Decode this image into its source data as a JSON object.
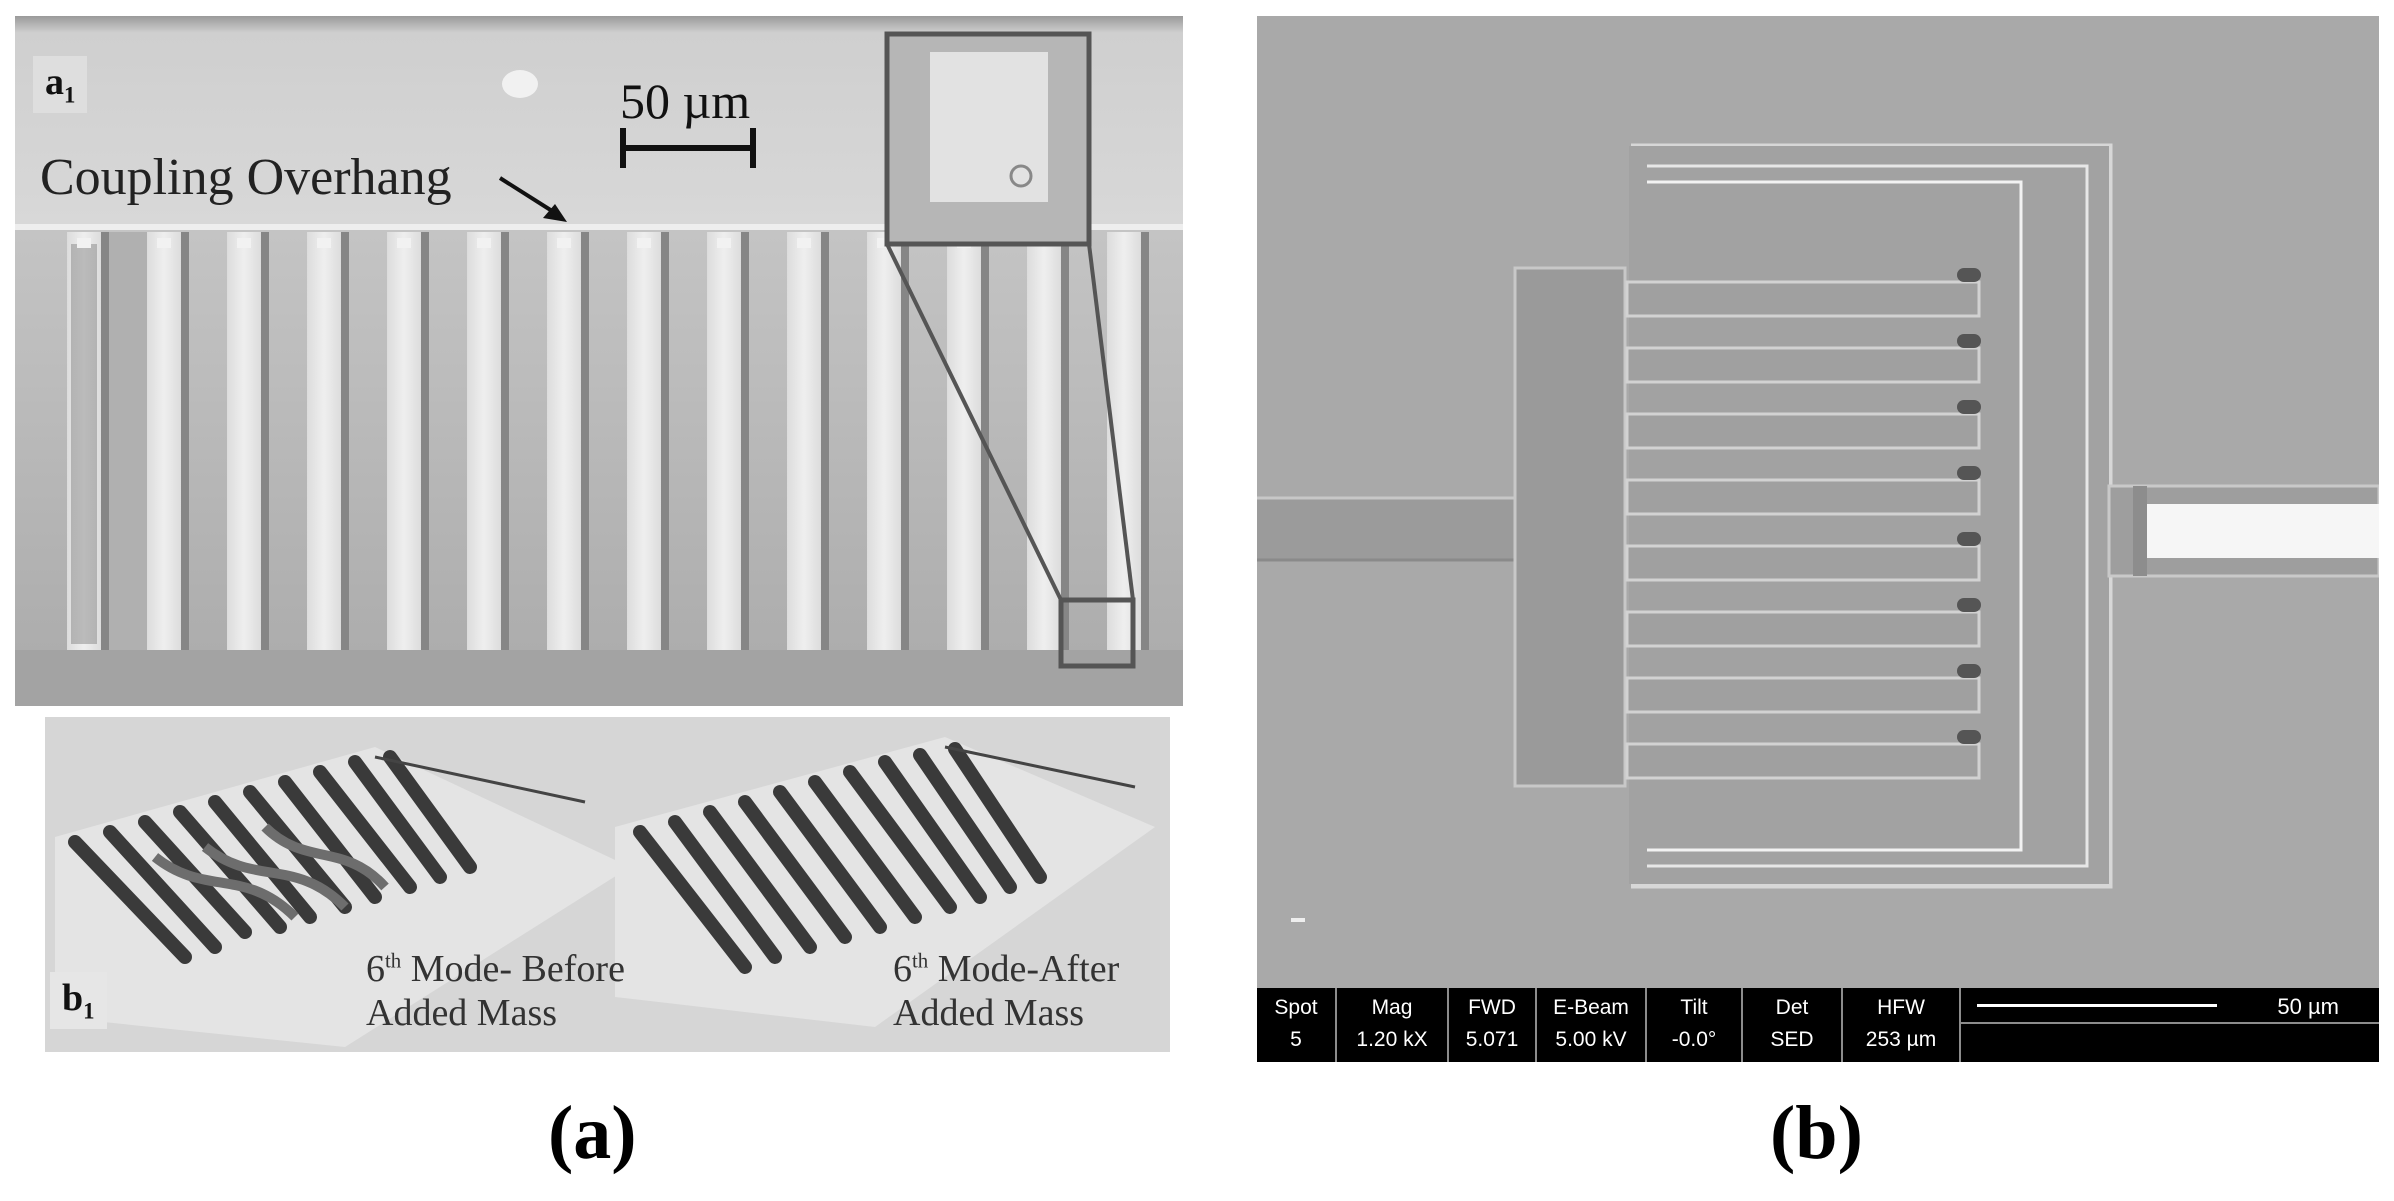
{
  "panel_a": {
    "inset_tag": "a",
    "inset_tag_sub": "1",
    "scale_bar_label": "50 µm",
    "annotation": "Coupling Overhang",
    "render_tag": "b",
    "render_tag_sub": "1",
    "mode_before": {
      "superscript": "th",
      "line1_rest": " Mode- Before",
      "line2": "Added Mass",
      "number": "6"
    },
    "mode_after": {
      "superscript": "th",
      "line1_rest": " Mode-After",
      "line2": "Added Mass",
      "number": "6"
    },
    "label": "(a)"
  },
  "panel_b": {
    "label": "(b)",
    "info_bar": [
      {
        "header": "Spot",
        "value": "5"
      },
      {
        "header": "Mag",
        "value": "1.20 kX"
      },
      {
        "header": "FWD",
        "value": "5.071"
      },
      {
        "header": "E-Beam",
        "value": "5.00 kV"
      },
      {
        "header": "Tilt",
        "value": "-0.0°"
      },
      {
        "header": "Det",
        "value": "SED"
      },
      {
        "header": "HFW",
        "value": "253 µm"
      }
    ],
    "scale_bar_label": "50 µm"
  }
}
